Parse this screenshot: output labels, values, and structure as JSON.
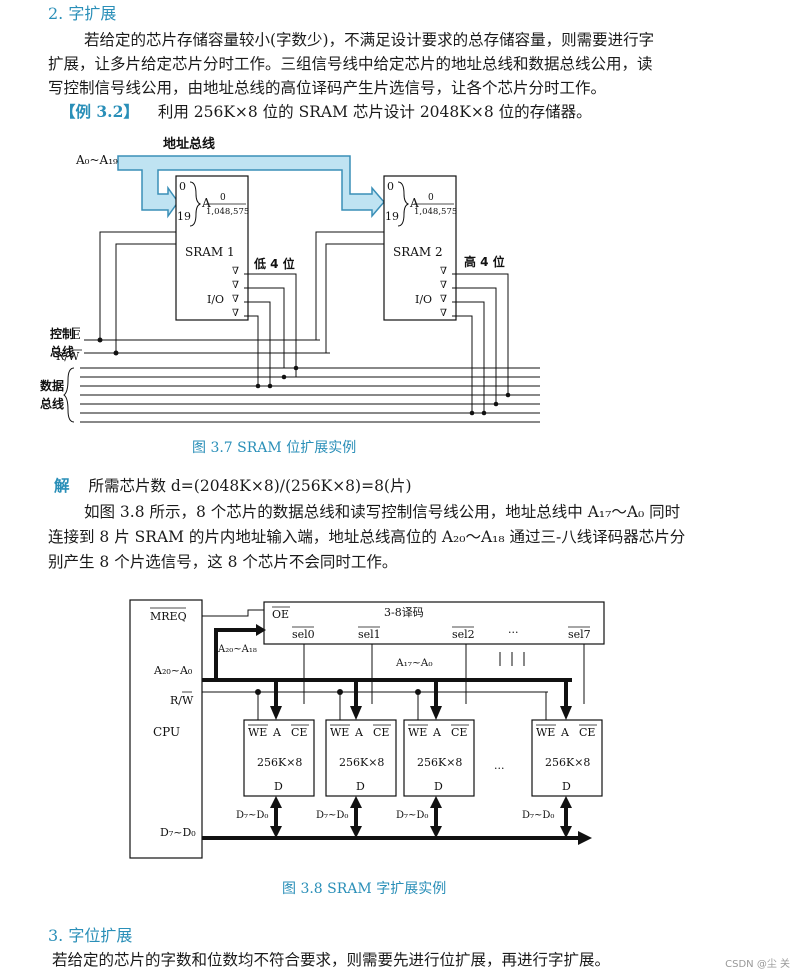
{
  "section2": {
    "heading": "2. 字扩展",
    "p1_l1": "若给定的芯片存储容量较小(字数少)，不满足设计要求的总存储容量，则需要进行字",
    "p1_l2": "扩展，让多片给定芯片分时工作。三组信号线中给定芯片的地址总线和数据总线公用，读",
    "p1_l3": "写控制信号线公用，由地址总线的高位译码产生片选信号，让各个芯片分时工作。",
    "example_tag": "【例 3.2】",
    "example_text": "利用 256K×8 位的 SRAM 芯片设计 2048K×8 位的存储器。"
  },
  "fig37": {
    "addr_bus_label": "地址总线",
    "addr_in": "A₀~A₁₉",
    "chip1_name": "SRAM 1",
    "chip2_name": "SRAM 2",
    "low_bits": "低 4 位",
    "high_bits": "高 4 位",
    "io": "I/O",
    "a_label": "A",
    "range_top": "0",
    "range_bottom": "1,048,575",
    "pin_0": "0",
    "pin_19": "19",
    "ctrl_bus_1": "控制",
    "ctrl_bus_2": "总线",
    "sig_e": "E",
    "sig_rw": "R/W",
    "data_bus_1": "数据",
    "data_bus_2": "总线",
    "caption": "图 3.7    SRAM 位扩展实例"
  },
  "solution": {
    "tag": "解",
    "formula": "所需芯片数    d=(2048K×8)/(256K×8)=8(片)",
    "l1": "如图 3.8 所示，8 个芯片的数据总线和读写控制信号线公用，地址总线中 A₁₇～A₀ 同时",
    "l2": "连接到 8 片 SRAM 的片内地址输入端，地址总线高位的 A₂₀～A₁₈ 通过三-八线译码器芯片分",
    "l3": "别产生 8 个片选信号，这 8 个芯片不会同时工作。"
  },
  "fig38": {
    "mreq": "MREQ",
    "decoder_oe": "OE",
    "decoder_title": "3-8译码",
    "sel0": "sel0",
    "sel1": "sel1",
    "sel2": "sel2",
    "sel_dots": "···",
    "sel7": "sel7",
    "a20_a18": "A₂₀~A₁₈",
    "a17_a0": "A₁₇~A₀",
    "a20_a0": "A₂₀~A₀",
    "rw": "R/W",
    "cpu": "CPU",
    "d7_d0": "D₇~D₀",
    "we": "WE",
    "a": "A",
    "ce": "CE",
    "chip": "256K×8",
    "d": "D",
    "chip_dots": "···",
    "caption": "图 3.8    SRAM 字扩展实例"
  },
  "section3": {
    "heading": "3. 字位扩展",
    "p1": "若给定的芯片的字数和位数均不符合要求，则需要先进行位扩展，再进行字扩展。"
  },
  "watermark": "CSDN @尘 关",
  "colors": {
    "accent_blue": "#2a8fb8",
    "arrow_fill": "#bfe3f2",
    "arrow_stroke": "#3a8fb7"
  }
}
